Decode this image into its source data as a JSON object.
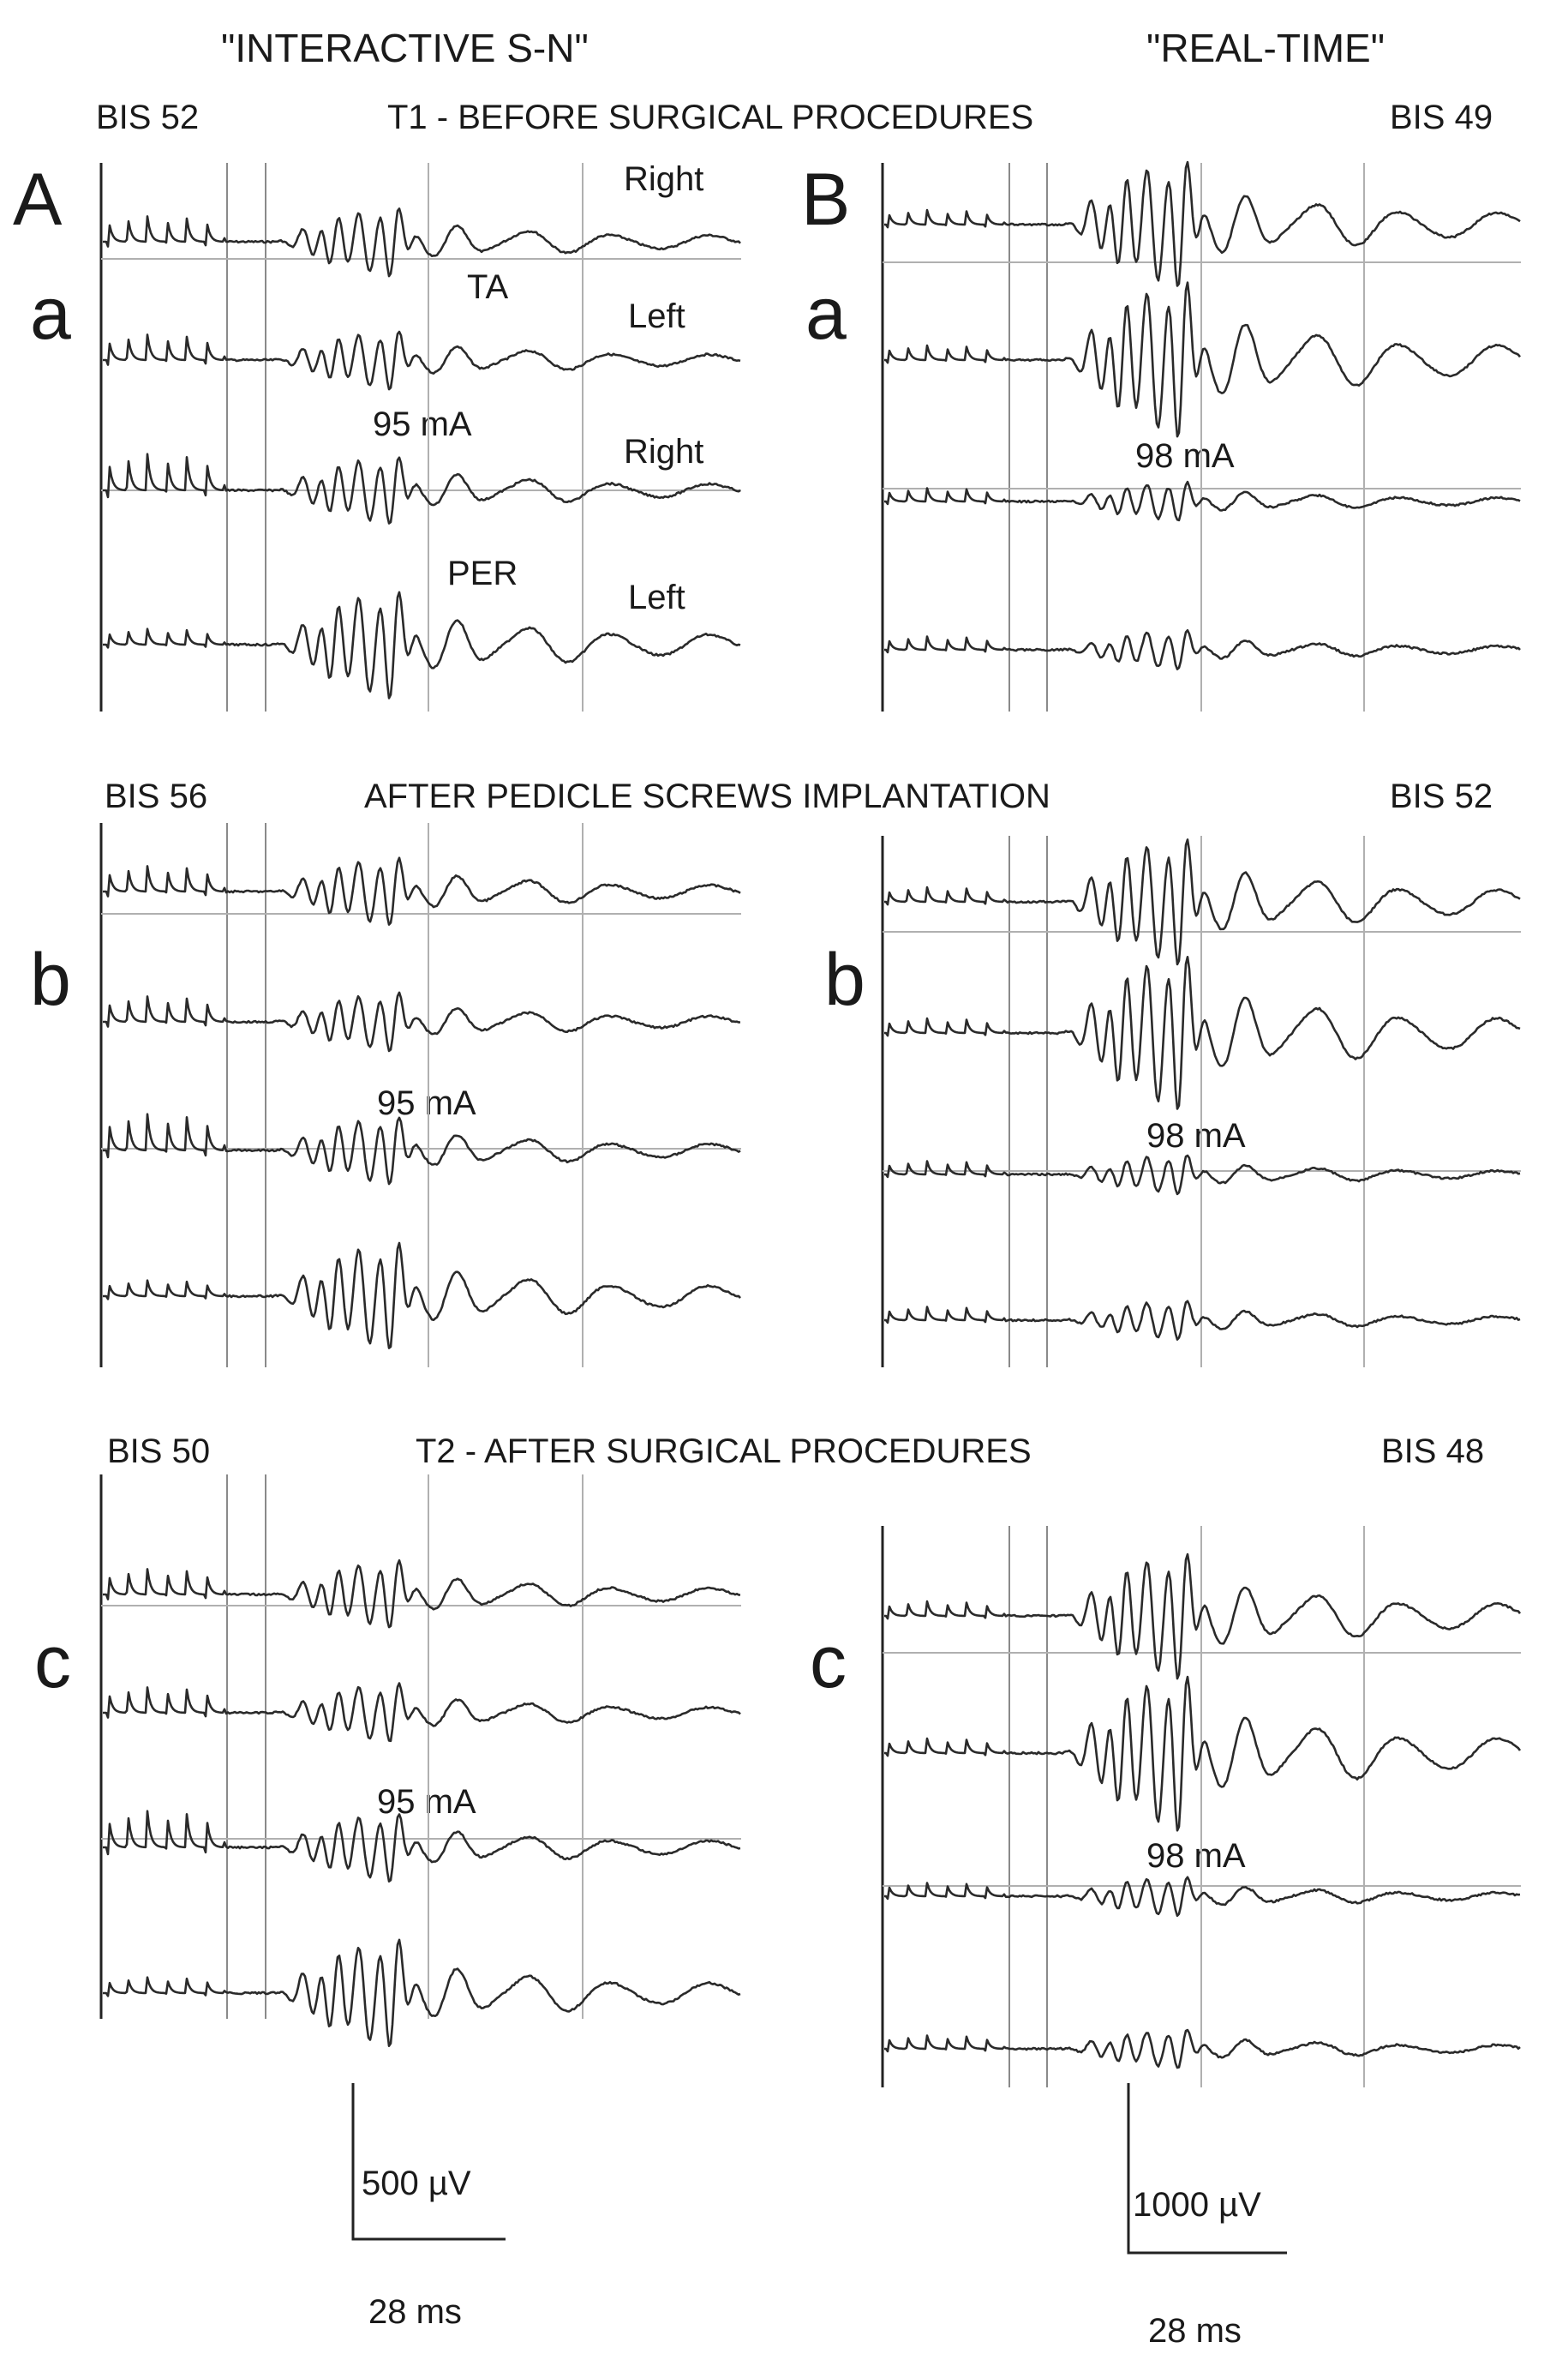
{
  "header": {
    "left_title": "\"INTERACTIVE S-N\"",
    "right_title": "\"REAL-TIME\""
  },
  "rows": [
    {
      "id": "a",
      "row_letter": "a",
      "caption": "T1 - BEFORE SURGICAL PROCEDURES",
      "left_panel_letter": "A",
      "right_panel_letter": "B",
      "left_bis": "BIS 52",
      "right_bis": "BIS 49",
      "left_current": "95 mA",
      "right_current": "98 mA",
      "labels": {
        "right1": "Right",
        "left1": "Left",
        "right2": "Right",
        "left2": "Left",
        "ta": "TA",
        "per": "PER"
      }
    },
    {
      "id": "b",
      "row_letter": "b",
      "caption": "AFTER PEDICLE SCREWS IMPLANTATION",
      "left_bis": "BIS 56",
      "right_bis": "BIS 52",
      "left_current": "95 mA",
      "right_current": "98 mA"
    },
    {
      "id": "c",
      "row_letter": "c",
      "caption": "T2 - AFTER SURGICAL PROCEDURES",
      "left_bis": "BIS 50",
      "right_bis": "BIS 48",
      "left_current": "95 mA",
      "right_current": "98 mA"
    }
  ],
  "scale_bars": {
    "left": {
      "amplitude": "500 µV",
      "time": "28 ms"
    },
    "right": {
      "amplitude": "1000 µV",
      "time": "28 ms"
    }
  }
}
